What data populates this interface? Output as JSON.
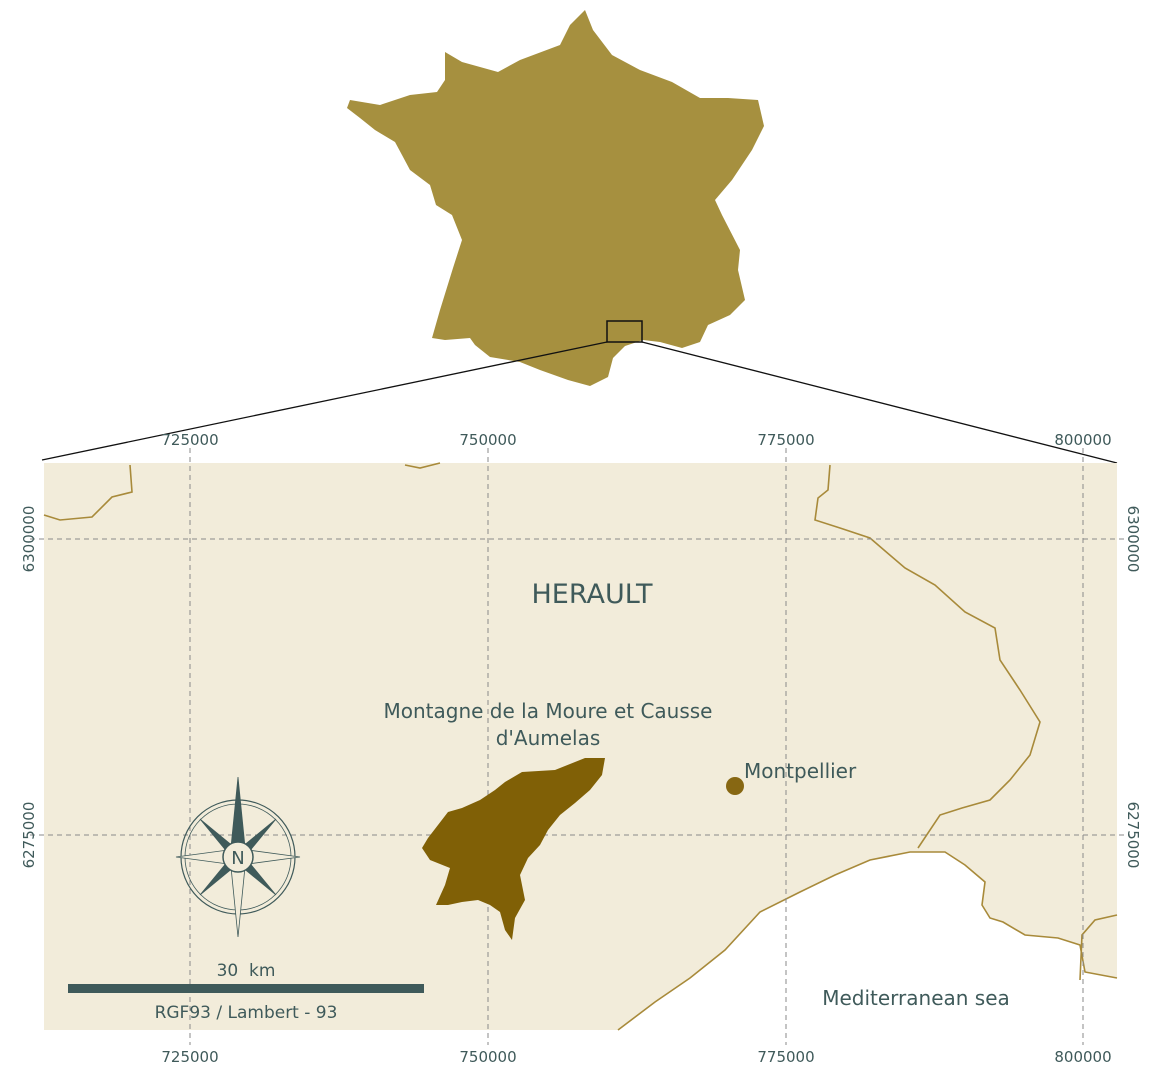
{
  "colors": {
    "france_fill": "#a6903f",
    "map_bg": "#f2ecda",
    "site_fill": "#806006",
    "city_fill": "#876712",
    "coast_line": "#a88a3a",
    "text": "#3f5a5a",
    "grid": "#8a8a8a",
    "scalebar": "#3f5a5a"
  },
  "overview": {
    "region_name": "France"
  },
  "axes": {
    "x_ticks": [
      "725000",
      "750000",
      "775000",
      "800000"
    ],
    "y_ticks": [
      "6300000",
      "6275000"
    ]
  },
  "labels": {
    "department": "HERAULT",
    "site_line1": "Montagne de la Moure et Causse",
    "site_line2": "d'Aumelas",
    "city": "Montpellier",
    "sea": "Mediterranean sea"
  },
  "compass": {
    "north_letter": "N",
    "icon": "compass-rose-icon"
  },
  "scalebar": {
    "distance_label": "30  km",
    "projection_label": "RGF93 / Lambert - 93"
  }
}
